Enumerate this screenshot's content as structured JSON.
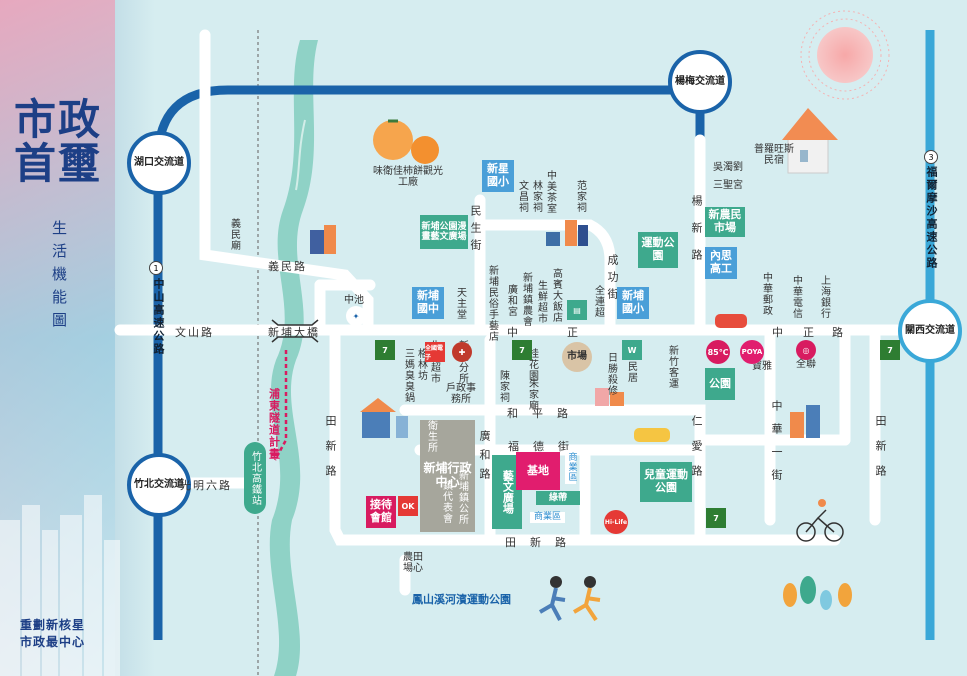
{
  "title": {
    "line1": "市政",
    "line2": "首璽"
  },
  "subtitle": "生活機能圖",
  "slogan": {
    "line1": "重劃新核星",
    "line2": "市政最中心"
  },
  "interchanges": {
    "yangmei": "楊梅交流道",
    "hukou": "湖口交流道",
    "zhubei": "竹北交流道",
    "guanxi": "關西交流道"
  },
  "highways": {
    "hw1": "中山高速公路",
    "hw1_num": "1",
    "hw3": "福爾摩沙高速公路",
    "hw3_num": "3"
  },
  "roads": {
    "wenshan": "文山路",
    "xinpu_bridge": "新埔大橋",
    "zhongzheng_w": "中",
    "zhongzheng_e": "正",
    "zhongzheng2_a": "中",
    "zhongzheng2_b": "正",
    "zhongzheng2_c": "路",
    "yimin": "義民路",
    "guangming6": "光明六路",
    "heping": "和平路",
    "fude": "福德街",
    "tianxin": "田新路",
    "tianxin_v1": "田新路",
    "tianxin_v2": "田新路",
    "guanghe": "廣和路",
    "chenggong": "成功街",
    "minsheng": "民生街",
    "yangxin": "楊新路",
    "ren_ai": "仁愛路",
    "zhonghua": "中華一街",
    "pudong_tunnel": "浦東隧道計畫"
  },
  "stations": {
    "zhubei_hsr": "竹北高鐵站"
  },
  "schools": {
    "xinxing": "新星國小",
    "xinpu_jh": "新埔國中",
    "xinpu_es": "新埔國小",
    "neisi": "內思高工"
  },
  "parks": {
    "sports": "運動公園",
    "public": "公園",
    "children": "兒童運動公園",
    "yiwen": "藝文廣場",
    "fengshan": "鳳山溪河濱運動公園"
  },
  "civic": {
    "admin_center": "新埔行政中心",
    "base": "基地",
    "reception": "接待會館",
    "green_belt": "綠帶",
    "commercial": "商業區",
    "commercial2": "商業區",
    "market_new": "新農民市場",
    "comic_plaza": "新埔公園漫畫藝文廣場",
    "market": "市場"
  },
  "pois": {
    "yimin_temple": "義民廟",
    "zhongchi": "中池",
    "tianzhutang": "天主堂",
    "persimmon": "味衛佳柿餅觀光工廠",
    "perrault": "普羅旺斯民宿",
    "wu_temple": "吳濁劉",
    "sansheng": "三聖宮",
    "fan_ancestral": "范家祠",
    "zhongmei_tea": "中美茶室",
    "lin_ancestral": "林家祠",
    "wenchang": "文昌祠",
    "folk_museum": "新埔民俗手藝店",
    "xinpu_farm": "新埔鎮農會",
    "guanghe_temple": "廣和宮",
    "shengxian": "生鮮超市",
    "gaobin": "高賓大飯店",
    "quanlian_b": "全連超",
    "sanma": "三媽臭臭鍋",
    "gebin": "格林坊",
    "shengxian2": "生鮮超市",
    "sanitation": "衛生所",
    "xinpu_branch": "新埔分所",
    "household": "戶政事務所",
    "chen_ancestral": "陳家祠",
    "guihua": "桂花園",
    "zhu_ancestral": "朱家廟",
    "rishen": "日勝殺修",
    "quanmin": "全民居",
    "xinzhu_bus": "新竹客運",
    "post": "中華郵政",
    "telecom": "中華電信",
    "shanghai_bank": "上海銀行",
    "rep_assembly": "鎮代表會",
    "town_office": "新埔鎮公所",
    "farm_center": "農田場心",
    "quanlian": "全聯",
    "poya": "寶雅",
    "poya_logo": "POYA",
    "c85": "85℃",
    "ok": "OK",
    "quanguo": "全國電子",
    "hilife": "Hi-Life",
    "seven": "7"
  },
  "colors": {
    "blue_ring": "#1a63a9",
    "light_blue": "#3aa8d8",
    "school_blue": "#4a9fd8",
    "park_green": "#3ea98d",
    "grey_center": "#a6a69c",
    "base_pink": "#e11d6e",
    "reception_pink": "#d81b60"
  }
}
